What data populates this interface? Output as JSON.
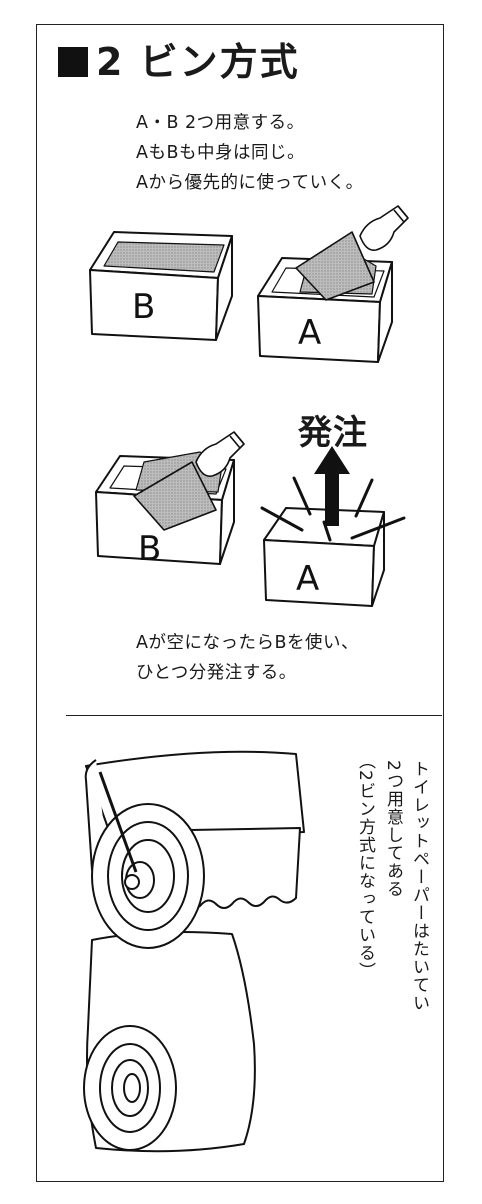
{
  "title": {
    "text": "2 ビン方式",
    "mark": "black-square"
  },
  "intro_lines": [
    "A・B 2つ用意する。",
    "AもBも中身は同じ。",
    "Aから優先的に使っていく。"
  ],
  "boxes_top": {
    "left_label": "B",
    "right_label": "A"
  },
  "order_label": "発注",
  "boxes_bottom": {
    "left_label": "B",
    "right_label": "A"
  },
  "caption_lines": [
    "Aが空になったらBを使い、",
    "ひとつ分発注する。"
  ],
  "toilet_caption": {
    "col1": "トイレットペーパーはたいてい",
    "col2": "2つ用意してある",
    "col3": "（2ビン方式になっている）"
  }
}
